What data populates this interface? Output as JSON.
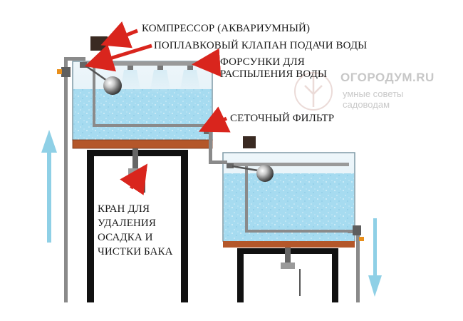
{
  "labels": {
    "compressor": "КОМПРЕССОР (АКВАРИУМНЫЙ)",
    "float_valve": "ПОПЛАВКОВЫЙ КЛАПАН ПОДАЧИ ВОДЫ",
    "nozzles": "ФОРСУНКИ ДЛЯ\nРАСПЫЛЕНИЯ ВОДЫ",
    "mesh_filter": "СЕТОЧНЫЙ ФИЛЬТР",
    "drain_tap": "КРАН ДЛЯ\nУДАЛЕНИЯ\nОСАДКА И\nЧИСТКИ БАКА"
  },
  "watermark": {
    "name": "ОГОРОДУМ.RU",
    "tagline": "умные советы\nсадоводам"
  },
  "colors": {
    "water": "#9fd6ec",
    "sediment": "#b4572a",
    "arrow_red": "#d9251d",
    "flow_arrow": "#8fd0e6",
    "pipe": "#808080",
    "frame": "#111111"
  }
}
